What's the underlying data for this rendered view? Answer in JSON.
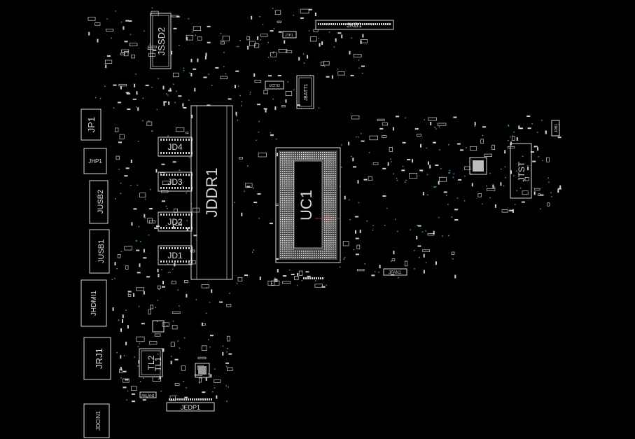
{
  "colors": {
    "background": "#000000",
    "outline": "#d9d9d9",
    "via": "#2f9db0",
    "marker": "#c0392b"
  },
  "components": [
    {
      "id": "jkb1",
      "label": "JKB1"
    },
    {
      "id": "jssd2",
      "label": "JSSD2"
    },
    {
      "id": "jtp1",
      "label": "JTP1"
    },
    {
      "id": "uct02",
      "label": "UCT02"
    },
    {
      "id": "jbatt1",
      "label": "JBATT1"
    },
    {
      "id": "jp1",
      "label": "JP1"
    },
    {
      "id": "jhp1",
      "label": "JHP1"
    },
    {
      "id": "jusb2",
      "label": "JUSB2"
    },
    {
      "id": "jusb1",
      "label": "JUSB1"
    },
    {
      "id": "jhdmi1",
      "label": "JHDMI1"
    },
    {
      "id": "jrj1",
      "label": "JRJ1"
    },
    {
      "id": "tl2",
      "label": "TL2"
    },
    {
      "id": "tl1",
      "label": "TL1"
    },
    {
      "id": "jedp1",
      "label": "JEDP1"
    },
    {
      "id": "jdcin1",
      "label": "JDCIN1"
    },
    {
      "id": "jd4",
      "label": "JD4"
    },
    {
      "id": "jd3",
      "label": "JD3"
    },
    {
      "id": "jd2",
      "label": "JD2"
    },
    {
      "id": "jd1",
      "label": "JD1"
    },
    {
      "id": "jddr1",
      "label": "JDDR1"
    },
    {
      "id": "uc1",
      "label": "UC1"
    },
    {
      "id": "jfan1",
      "label": "JFAN1"
    },
    {
      "id": "jwlan1",
      "label": "JWLAN1"
    },
    {
      "id": "jtst",
      "label": "JTST"
    },
    {
      "id": "jdb1",
      "label": "JDB1"
    }
  ]
}
